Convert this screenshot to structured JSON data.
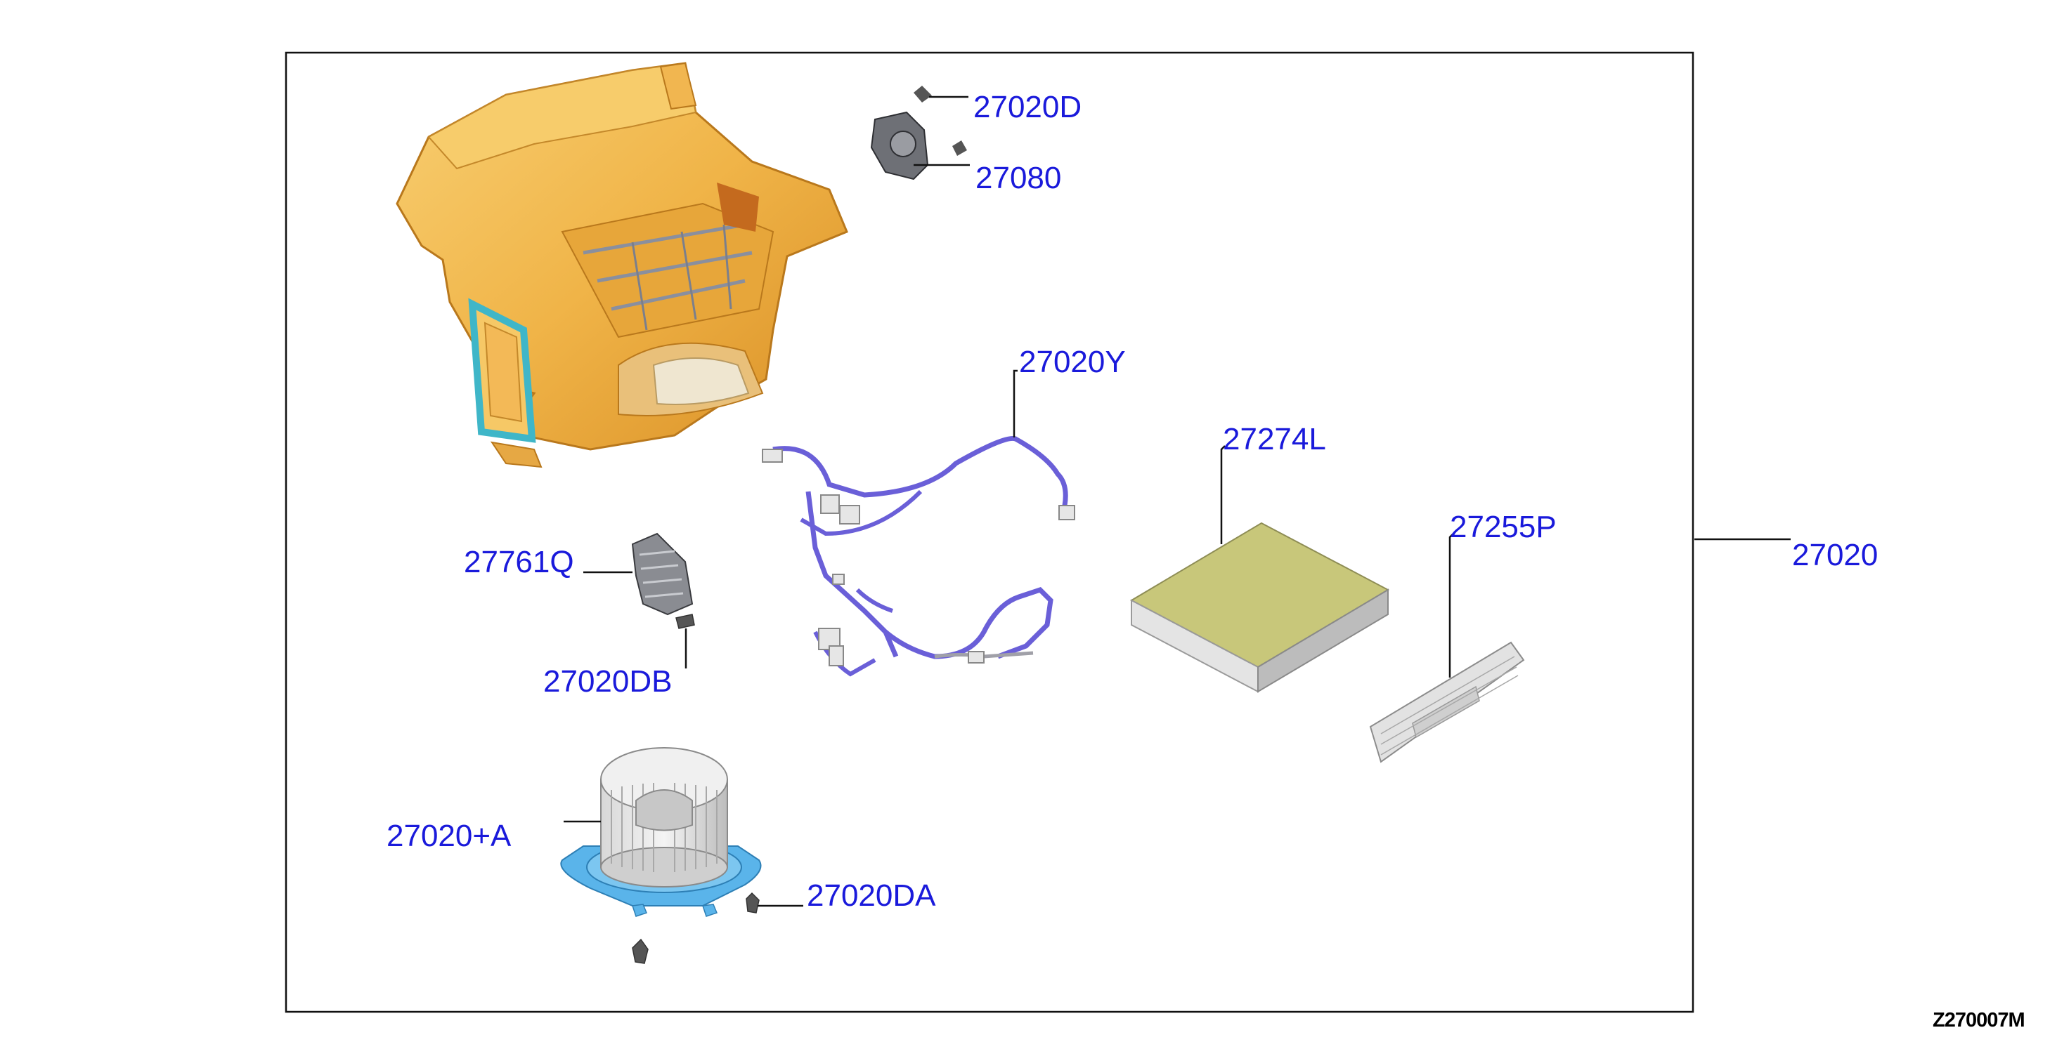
{
  "diagram": {
    "assembly_label": "27020",
    "drawing_code": "Z270007M",
    "callouts": {
      "blend_actuator_screw": "27020D",
      "blend_actuator": "27080",
      "harness": "27020Y",
      "cabin_filter": "27274L",
      "filter_cover": "27255P",
      "resistor": "27761Q",
      "resistor_screw": "27020DB",
      "blower_motor": "27020+A",
      "blower_screw": "27020DA"
    },
    "colors": {
      "callout_text": "#1a1adb",
      "housing": "#f2b64a",
      "seal": "#3fb6c8",
      "harness": "#6a5fd8",
      "filter_media": "#c8c77a",
      "blower_base": "#5ab4ea"
    }
  }
}
